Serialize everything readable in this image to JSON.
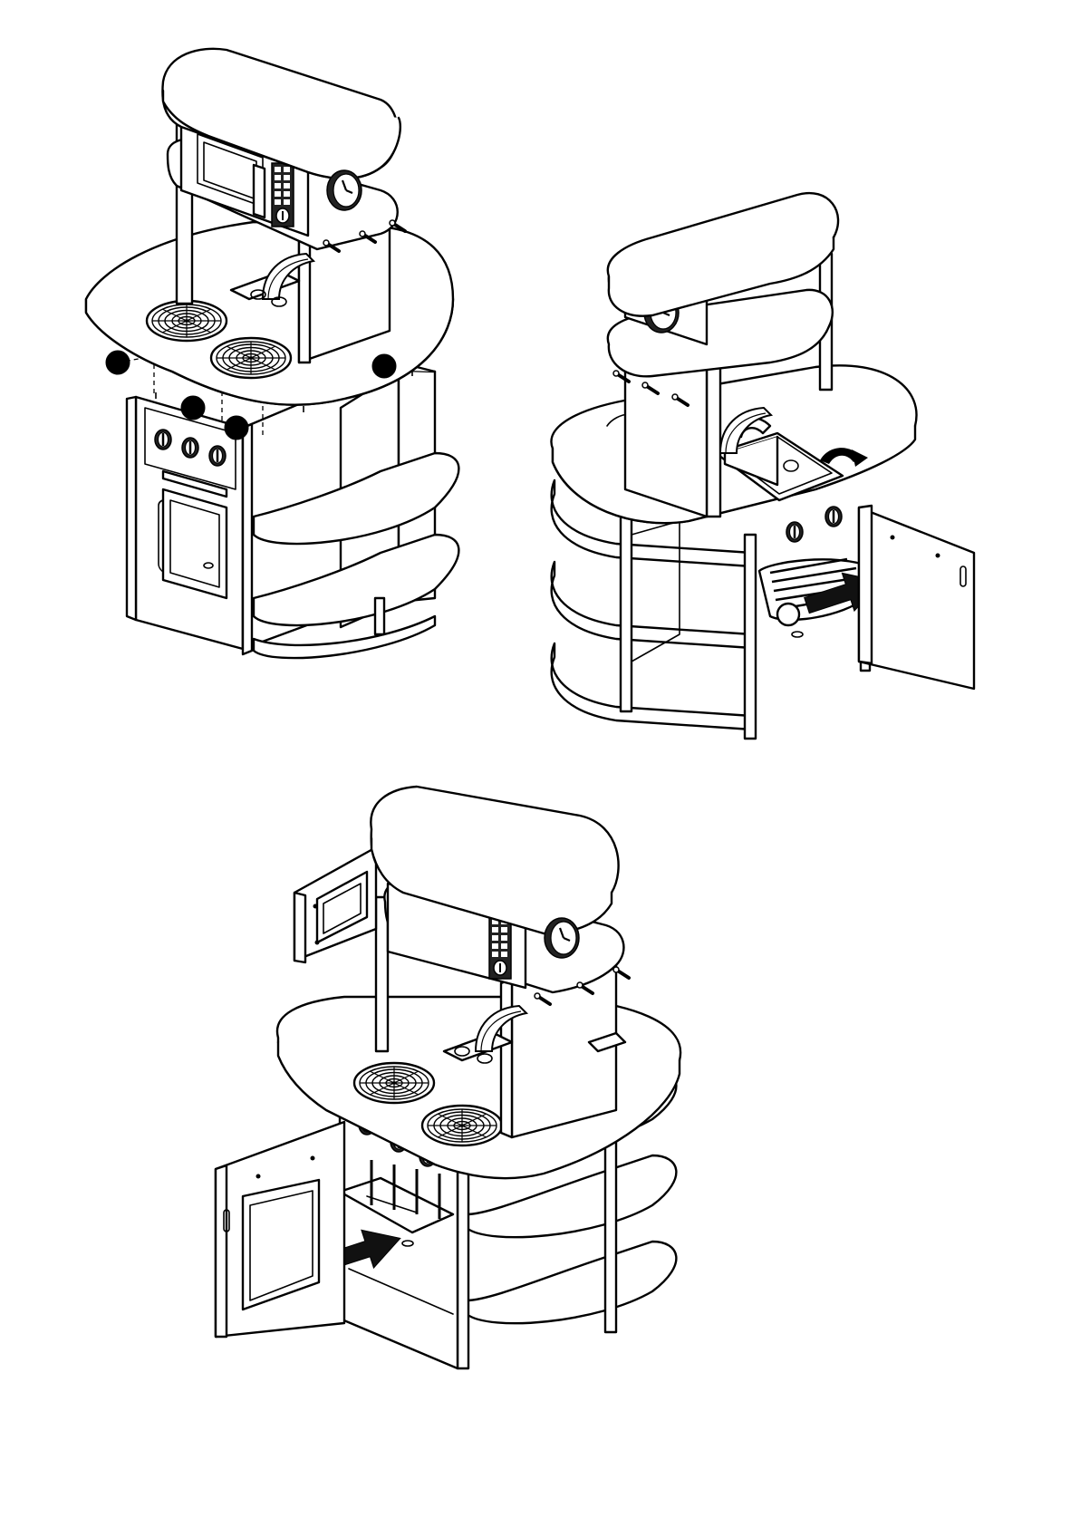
{
  "figures": [
    {
      "id": "fig-1",
      "subject": "kitchen-assembly-step-1",
      "markers": 4
    },
    {
      "id": "fig-2",
      "subject": "kitchen-assembly-step-2-sink-side",
      "markers": 0
    },
    {
      "id": "fig-3",
      "subject": "kitchen-assembly-step-3-doors-open",
      "markers": 0
    }
  ],
  "icons": [
    "burner-icon",
    "knob-icon",
    "keypad-icon",
    "clock-icon",
    "faucet-icon",
    "arrow-icon",
    "step-marker-icon"
  ],
  "colors": {
    "line": "#000000",
    "fill": "#ffffff",
    "panel": "#222222"
  }
}
